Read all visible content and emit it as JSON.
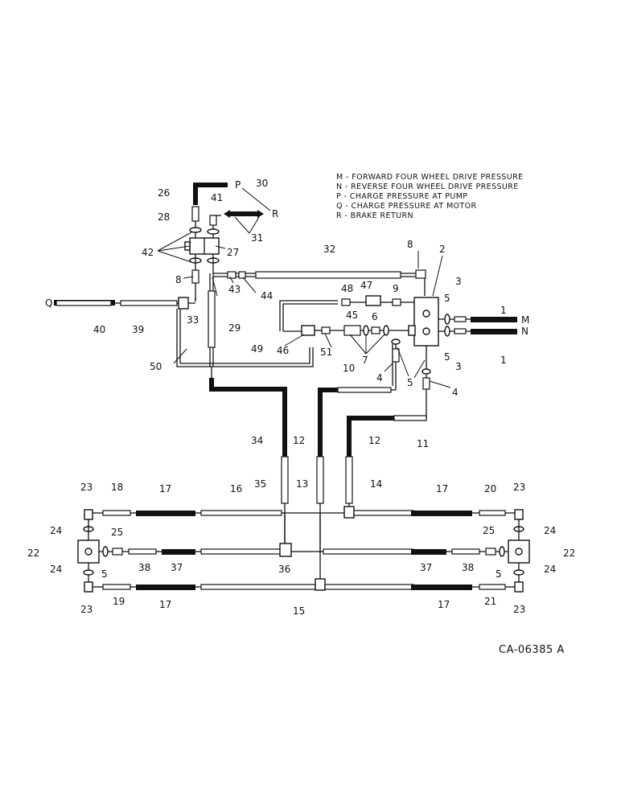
{
  "legend": [
    "M - FORWARD FOUR WHEEL DRIVE PRESSURE",
    "N - REVERSE FOUR WHEEL DRIVE PRESSURE",
    "P - CHARGE PRESSURE AT PUMP",
    "Q - CHARGE PRESSURE AT MOTOR",
    "R - BRAKE RETURN"
  ],
  "figure_code": "CA-06385 A",
  "letters": {
    "M": "M",
    "N": "N",
    "P": "P",
    "Q": "Q",
    "R": "R"
  },
  "callouts": {
    "c1": "1",
    "c2": "2",
    "c3": "3",
    "c4": "4",
    "c5": "5",
    "c6": "6",
    "c7": "7",
    "c8": "8",
    "c9": "9",
    "c10": "10",
    "c11": "11",
    "c12": "12",
    "c13": "13",
    "c14": "14",
    "c15": "15",
    "c16": "16",
    "c17": "17",
    "c18": "18",
    "c19": "19",
    "c20": "20",
    "c21": "21",
    "c22": "22",
    "c23": "23",
    "c24": "24",
    "c25": "25",
    "c26": "26",
    "c27": "27",
    "c28": "28",
    "c29": "29",
    "c30": "30",
    "c31": "31",
    "c32": "32",
    "c33": "33",
    "c34": "34",
    "c35": "35",
    "c36": "36",
    "c37": "37",
    "c38": "38",
    "c39": "39",
    "c40": "40",
    "c41": "41",
    "c42": "42",
    "c43": "43",
    "c44": "44",
    "c45": "45",
    "c46": "46",
    "c47": "47",
    "c48": "48",
    "c49": "49",
    "c50": "50",
    "c51": "51"
  }
}
